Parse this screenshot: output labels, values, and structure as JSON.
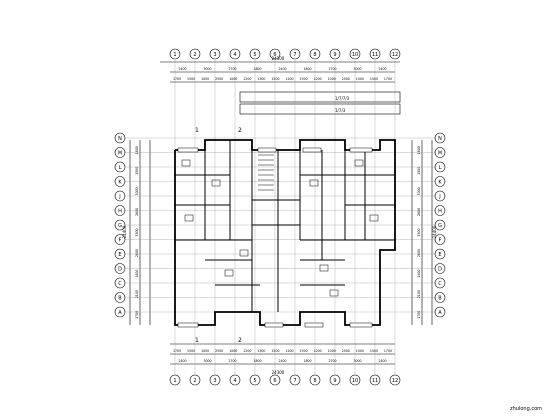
{
  "drawing": {
    "axes_top": [
      "1",
      "2",
      "3",
      "4",
      "5",
      "6",
      "7",
      "8",
      "9",
      "10",
      "11",
      "12"
    ],
    "axes_bottom": [
      "1",
      "2",
      "3",
      "4",
      "5",
      "6",
      "7",
      "8",
      "9",
      "10",
      "11",
      "12"
    ],
    "axes_left": [
      "A",
      "B",
      "C",
      "D",
      "E",
      "F",
      "G",
      "H",
      "J",
      "K",
      "L",
      "M",
      "N"
    ],
    "axes_right": [
      "A",
      "B",
      "C",
      "D",
      "E",
      "F",
      "G",
      "H",
      "J",
      "K",
      "L",
      "M",
      "N"
    ],
    "dim_top_row1": [
      "2400",
      "3000",
      "2700",
      "1800",
      "2400",
      "1800",
      "2700",
      "3000",
      "2400"
    ],
    "dim_top_row2": [
      "1700",
      "1500",
      "1000",
      "2500",
      "1000",
      "1200",
      "1300",
      "1500",
      "1200",
      "1300",
      "1200",
      "1000",
      "2500",
      "1000",
      "1500",
      "1700"
    ],
    "dim_total": "24300",
    "dim_bottom_row1": [
      "1700",
      "1500",
      "1000",
      "2500",
      "1000",
      "1200",
      "1300",
      "1500",
      "1200",
      "1300",
      "1200",
      "1000",
      "2500",
      "1000",
      "1500",
      "1700"
    ],
    "dim_bottom_row2": [
      "2400",
      "3000",
      "2700",
      "1800",
      "2400",
      "1800",
      "2700",
      "3000",
      "2400"
    ],
    "dim_left": [
      "1700",
      "2100",
      "1400",
      "2800",
      "3300",
      "2600",
      "3000",
      "1500",
      "1800"
    ],
    "dim_right": [
      "1700",
      "2100",
      "1400",
      "2800",
      "3300",
      "2600",
      "3000",
      "1500",
      "1800"
    ],
    "dim_left_total": "24400",
    "dim_right_total": "24400",
    "section_marks": [
      "1",
      "2",
      "1",
      "2"
    ],
    "stair_labels": [
      "1/7/7/3",
      "1/7/3"
    ],
    "watermark": "zhulong.com"
  },
  "colors": {
    "line": "#000000",
    "background": "#ffffff"
  }
}
